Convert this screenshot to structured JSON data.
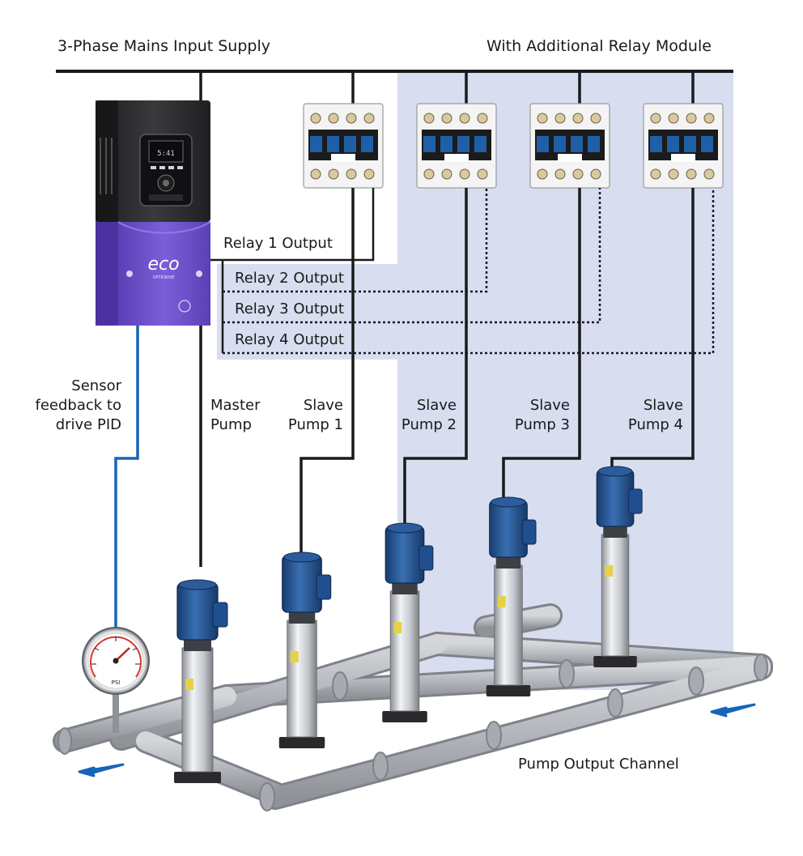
{
  "header": {
    "left_title": "3-Phase Mains Input Supply",
    "right_title": "With Additional Relay Module"
  },
  "drive": {
    "brand_mark": "eco",
    "brand_sub": "OPTIDRIVE"
  },
  "relays": [
    {
      "label": "Relay 1 Output",
      "line_style": "solid"
    },
    {
      "label": "Relay 2 Output",
      "line_style": "dotted"
    },
    {
      "label": "Relay 3 Output",
      "line_style": "dotted"
    },
    {
      "label": "Relay 4 Output",
      "line_style": "dotted"
    }
  ],
  "pumps": [
    {
      "line1": "Master",
      "line2": "Pump"
    },
    {
      "line1": "Slave",
      "line2": "Pump 1"
    },
    {
      "line1": "Slave",
      "line2": "Pump 2"
    },
    {
      "line1": "Slave",
      "line2": "Pump 3"
    },
    {
      "line1": "Slave",
      "line2": "Pump 4"
    }
  ],
  "sensor": {
    "line1": "Sensor",
    "line2": "feedback to",
    "line3": "drive PID"
  },
  "gauge": {
    "unit": "PSI"
  },
  "output_channel": "Pump Output Channel",
  "colors": {
    "module_bg": "#d8ddf0",
    "wire": "#1a1a1a",
    "sensor_wire": "#1565b8",
    "drive_purple": "#6a4fc8",
    "pump_blue": "#1f4f8f",
    "pipe": "#b9bcc2",
    "arrow": "#1565b8"
  }
}
